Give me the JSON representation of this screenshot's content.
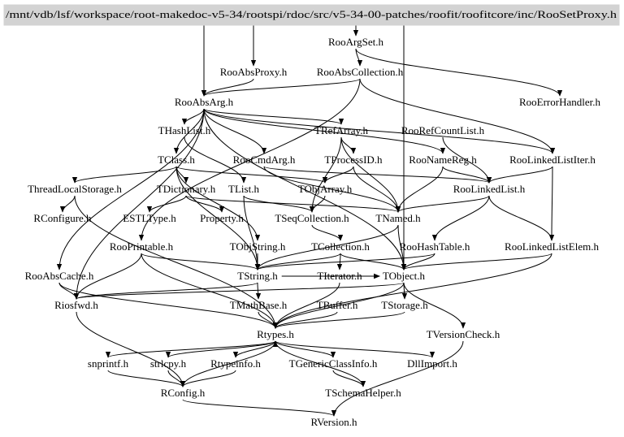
{
  "diagram": {
    "type": "include-dependency-graph",
    "root": "/mnt/vdb/lsf/workspace/root-makedoc-v5-34/rootspi/rdoc/src/v5-34-00-patches/roofit/roofitcore/inc/RooSetProxy.h",
    "colors": {
      "root_fill": "#d3d3d3",
      "edge": "#000000",
      "text": "#000000",
      "background": "#ffffff"
    },
    "nodes": [
      {
        "id": "root",
        "label": "/mnt/vdb/lsf/workspace/root-makedoc-v5-34/rootspi/rdoc/src/v5-34-00-patches/roofit/roofitcore/inc/RooSetProxy.h"
      },
      {
        "id": "RooArgSet",
        "label": "RooArgSet.h"
      },
      {
        "id": "RooAbsProxy",
        "label": "RooAbsProxy.h"
      },
      {
        "id": "RooAbsCollection",
        "label": "RooAbsCollection.h"
      },
      {
        "id": "RooAbsArg",
        "label": "RooAbsArg.h"
      },
      {
        "id": "RooErrorHandler",
        "label": "RooErrorHandler.h"
      },
      {
        "id": "THashList",
        "label": "THashList.h"
      },
      {
        "id": "TRefArray",
        "label": "TRefArray.h"
      },
      {
        "id": "RooRefCountList",
        "label": "RooRefCountList.h"
      },
      {
        "id": "TClass",
        "label": "TClass.h"
      },
      {
        "id": "RooCmdArg",
        "label": "RooCmdArg.h"
      },
      {
        "id": "TProcessID",
        "label": "TProcessID.h"
      },
      {
        "id": "RooNameReg",
        "label": "RooNameReg.h"
      },
      {
        "id": "RooLinkedListIter",
        "label": "RooLinkedListIter.h"
      },
      {
        "id": "ThreadLocalStorage",
        "label": "ThreadLocalStorage.h"
      },
      {
        "id": "TDictionary",
        "label": "TDictionary.h"
      },
      {
        "id": "TList",
        "label": "TList.h"
      },
      {
        "id": "TObjArray",
        "label": "TObjArray.h"
      },
      {
        "id": "RooLinkedList",
        "label": "RooLinkedList.h"
      },
      {
        "id": "RConfigure",
        "label": "RConfigure.h"
      },
      {
        "id": "ESTLType",
        "label": "ESTLType.h"
      },
      {
        "id": "Property",
        "label": "Property.h"
      },
      {
        "id": "TSeqCollection",
        "label": "TSeqCollection.h"
      },
      {
        "id": "TNamed",
        "label": "TNamed.h"
      },
      {
        "id": "RooPrintable",
        "label": "RooPrintable.h"
      },
      {
        "id": "TObjString",
        "label": "TObjString.h"
      },
      {
        "id": "TCollection",
        "label": "TCollection.h"
      },
      {
        "id": "RooHashTable",
        "label": "RooHashTable.h"
      },
      {
        "id": "RooLinkedListElem",
        "label": "RooLinkedListElem.h"
      },
      {
        "id": "RooAbsCache",
        "label": "RooAbsCache.h"
      },
      {
        "id": "TString",
        "label": "TString.h"
      },
      {
        "id": "TIterator",
        "label": "TIterator.h"
      },
      {
        "id": "TObject",
        "label": "TObject.h"
      },
      {
        "id": "Riosfwd",
        "label": "Riosfwd.h"
      },
      {
        "id": "TMathBase",
        "label": "TMathBase.h"
      },
      {
        "id": "TBuffer",
        "label": "TBuffer.h"
      },
      {
        "id": "TStorage",
        "label": "TStorage.h"
      },
      {
        "id": "Rtypes",
        "label": "Rtypes.h"
      },
      {
        "id": "TVersionCheck",
        "label": "TVersionCheck.h"
      },
      {
        "id": "snprintf",
        "label": "snprintf.h"
      },
      {
        "id": "strlcpy",
        "label": "strlcpy.h"
      },
      {
        "id": "Rtypeinfo",
        "label": "Rtypeinfo.h"
      },
      {
        "id": "TGenericClassInfo",
        "label": "TGenericClassInfo.h"
      },
      {
        "id": "DllImport",
        "label": "DllImport.h"
      },
      {
        "id": "RConfig",
        "label": "RConfig.h"
      },
      {
        "id": "TSchemaHelper",
        "label": "TSchemaHelper.h"
      },
      {
        "id": "RVersion",
        "label": "RVersion.h"
      }
    ],
    "edges": [
      [
        "root",
        "RooArgSet"
      ],
      [
        "root",
        "RooAbsProxy"
      ],
      [
        "root",
        "RooAbsArg"
      ],
      [
        "root",
        "TObject"
      ],
      [
        "RooArgSet",
        "RooAbsCollection"
      ],
      [
        "RooArgSet",
        "RooErrorHandler"
      ],
      [
        "RooAbsProxy",
        "RooAbsArg"
      ],
      [
        "RooAbsCollection",
        "RooAbsArg"
      ],
      [
        "RooAbsCollection",
        "RooLinkedListIter"
      ],
      [
        "RooAbsCollection",
        "RooPrintable"
      ],
      [
        "RooAbsArg",
        "THashList"
      ],
      [
        "RooAbsArg",
        "TRefArray"
      ],
      [
        "RooAbsArg",
        "RooNameReg"
      ],
      [
        "RooAbsArg",
        "RooLinkedListIter"
      ],
      [
        "RooAbsArg",
        "RooCmdArg"
      ],
      [
        "RooAbsArg",
        "TClass"
      ],
      [
        "RooAbsArg",
        "Riosfwd"
      ],
      [
        "RooAbsArg",
        "RooAbsCache"
      ],
      [
        "RooAbsArg",
        "TObject"
      ],
      [
        "THashList",
        "TList"
      ],
      [
        "TRefArray",
        "TProcessID"
      ],
      [
        "TRefArray",
        "TSeqCollection"
      ],
      [
        "TRefArray",
        "TNamed"
      ],
      [
        "RooRefCountList",
        "RooLinkedList"
      ],
      [
        "TClass",
        "TDictionary"
      ],
      [
        "TClass",
        "ThreadLocalStorage"
      ],
      [
        "TClass",
        "TObjArray"
      ],
      [
        "TClass",
        "TObjString"
      ],
      [
        "TClass",
        "TString"
      ],
      [
        "RooCmdArg",
        "TNamed"
      ],
      [
        "RooCmdArg",
        "RooLinkedList"
      ],
      [
        "TProcessID",
        "TNamed"
      ],
      [
        "TProcessID",
        "TObjArray"
      ],
      [
        "RooNameReg",
        "TNamed"
      ],
      [
        "RooNameReg",
        "RooLinkedList"
      ],
      [
        "RooLinkedListIter",
        "RooLinkedList"
      ],
      [
        "RooLinkedListIter",
        "RooLinkedListElem"
      ],
      [
        "ThreadLocalStorage",
        "RConfigure"
      ],
      [
        "ThreadLocalStorage",
        "Rtypes"
      ],
      [
        "TDictionary",
        "ESTLType"
      ],
      [
        "TDictionary",
        "Property"
      ],
      [
        "TDictionary",
        "TNamed"
      ],
      [
        "TList",
        "TSeqCollection"
      ],
      [
        "TList",
        "TString"
      ],
      [
        "TObjArray",
        "TSeqCollection"
      ],
      [
        "RooLinkedList",
        "RooHashTable"
      ],
      [
        "RooLinkedList",
        "RooLinkedListElem"
      ],
      [
        "RooLinkedList",
        "TNamed"
      ],
      [
        "TSeqCollection",
        "TCollection"
      ],
      [
        "TNamed",
        "TObject"
      ],
      [
        "TNamed",
        "TString"
      ],
      [
        "RooPrintable",
        "TString"
      ],
      [
        "RooPrintable",
        "Riosfwd"
      ],
      [
        "RooPrintable",
        "Rtypes"
      ],
      [
        "TObjString",
        "TString"
      ],
      [
        "TCollection",
        "TObject"
      ],
      [
        "TCollection",
        "TIterator"
      ],
      [
        "TCollection",
        "TString"
      ],
      [
        "RooHashTable",
        "TObject"
      ],
      [
        "RooHashTable",
        "TString"
      ],
      [
        "RooLinkedListElem",
        "TObject"
      ],
      [
        "RooLinkedListElem",
        "Rtypes"
      ],
      [
        "RooAbsCache",
        "Riosfwd"
      ],
      [
        "RooAbsCache",
        "Rtypes"
      ],
      [
        "TString",
        "TMathBase"
      ],
      [
        "TString",
        "Riosfwd"
      ],
      [
        "TString",
        "TObject"
      ],
      [
        "TIterator",
        "Rtypes"
      ],
      [
        "TObject",
        "TStorage"
      ],
      [
        "TObject",
        "TVersionCheck"
      ],
      [
        "TObject",
        "Riosfwd"
      ],
      [
        "TObject",
        "Rtypes"
      ],
      [
        "Riosfwd",
        "RConfig"
      ],
      [
        "TMathBase",
        "Rtypes"
      ],
      [
        "TBuffer",
        "Rtypes"
      ],
      [
        "TStorage",
        "Rtypes"
      ],
      [
        "TVersionCheck",
        "RVersion"
      ],
      [
        "Rtypes",
        "snprintf"
      ],
      [
        "Rtypes",
        "strlcpy"
      ],
      [
        "Rtypes",
        "Rtypeinfo"
      ],
      [
        "Rtypes",
        "TGenericClassInfo"
      ],
      [
        "Rtypes",
        "DllImport"
      ],
      [
        "Rtypes",
        "RConfig"
      ],
      [
        "snprintf",
        "RConfig"
      ],
      [
        "strlcpy",
        "RConfig"
      ],
      [
        "Rtypeinfo",
        "RConfig"
      ],
      [
        "TGenericClassInfo",
        "TSchemaHelper"
      ],
      [
        "TSchemaHelper",
        "Rtypes"
      ],
      [
        "RConfig",
        "RVersion"
      ]
    ]
  }
}
